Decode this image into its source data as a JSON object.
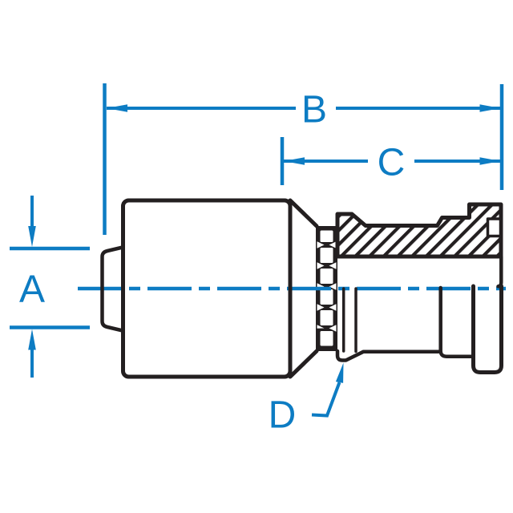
{
  "drawing": {
    "title": "crimp-hose-fitting-flange-dimension-diagram",
    "dimensions": {
      "a": {
        "label": "A"
      },
      "b": {
        "label": "B"
      },
      "c": {
        "label": "C"
      },
      "d": {
        "label": "D"
      }
    },
    "colors": {
      "dimension_blue": "#0d7cc3",
      "line_black": "#231f20",
      "background": "#ffffff"
    }
  }
}
